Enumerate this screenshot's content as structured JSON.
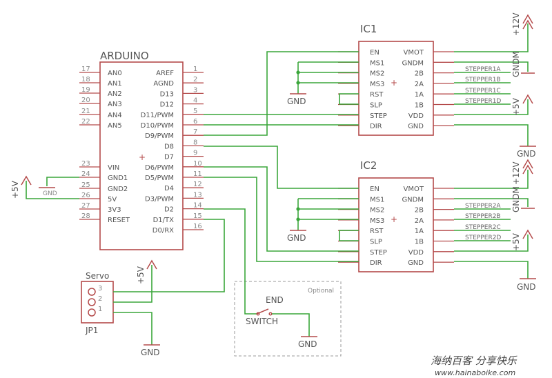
{
  "arduino": {
    "name": "ARDUINO",
    "left_pins": [
      {
        "num": "17",
        "label": "AN0"
      },
      {
        "num": "18",
        "label": "AN1"
      },
      {
        "num": "19",
        "label": "AN2"
      },
      {
        "num": "20",
        "label": "AN3"
      },
      {
        "num": "21",
        "label": "AN4"
      },
      {
        "num": "22",
        "label": "AN5"
      },
      {
        "num": "23",
        "label": "VIN"
      },
      {
        "num": "24",
        "label": "GND1"
      },
      {
        "num": "25",
        "label": "GND2"
      },
      {
        "num": "26",
        "label": "5V"
      },
      {
        "num": "27",
        "label": "3V3"
      },
      {
        "num": "28",
        "label": "RESET"
      }
    ],
    "right_pins": [
      {
        "num": "1",
        "label": "AREF"
      },
      {
        "num": "2",
        "label": "AGND"
      },
      {
        "num": "3",
        "label": "D13"
      },
      {
        "num": "4",
        "label": "D12"
      },
      {
        "num": "5",
        "label": "D11/PWM"
      },
      {
        "num": "6",
        "label": "D10/PWM"
      },
      {
        "num": "7",
        "label": "D9/PWM"
      },
      {
        "num": "8",
        "label": "D8"
      },
      {
        "num": "9",
        "label": "D7"
      },
      {
        "num": "10",
        "label": "D6/PWM"
      },
      {
        "num": "11",
        "label": "D5/PWM"
      },
      {
        "num": "12",
        "label": "D4"
      },
      {
        "num": "13",
        "label": "D3/PWM"
      },
      {
        "num": "14",
        "label": "D2"
      },
      {
        "num": "15",
        "label": "D1/TX"
      },
      {
        "num": "16",
        "label": "D0/RX"
      }
    ]
  },
  "ic1": {
    "name": "IC1",
    "left_pins": [
      "EN",
      "MS1",
      "MS2",
      "MS3",
      "RST",
      "SLP",
      "STEP",
      "DIR"
    ],
    "right_pins": [
      "VMOT",
      "GNDM",
      "2B",
      "2A",
      "1A",
      "1B",
      "VDD",
      "GND"
    ],
    "nets": [
      "STEPPER1A",
      "STEPPER1B",
      "STEPPER1C",
      "STEPPER1D"
    ]
  },
  "ic2": {
    "name": "IC2",
    "left_pins": [
      "EN",
      "MS1",
      "MS2",
      "MS3",
      "RST",
      "SLP",
      "STEP",
      "DIR"
    ],
    "right_pins": [
      "VMOT",
      "GNDM",
      "2B",
      "2A",
      "1A",
      "1B",
      "VDD",
      "GND"
    ],
    "nets": [
      "STEPPER2A",
      "STEPPER2B",
      "STEPPER2C",
      "STEPPER2D"
    ]
  },
  "power": {
    "v12": "+12V",
    "v5": "+5V",
    "gndm": "GNDM",
    "gnd": "GND"
  },
  "servo": {
    "title": "Servo",
    "name": "JP1",
    "pins": [
      "3",
      "2",
      "1"
    ]
  },
  "switch": {
    "optional": "Optional",
    "end": "END",
    "name": "SWITCH"
  },
  "watermark": {
    "line1": "海纳百客 分享快乐",
    "line2": "www.hainaboike.com"
  }
}
